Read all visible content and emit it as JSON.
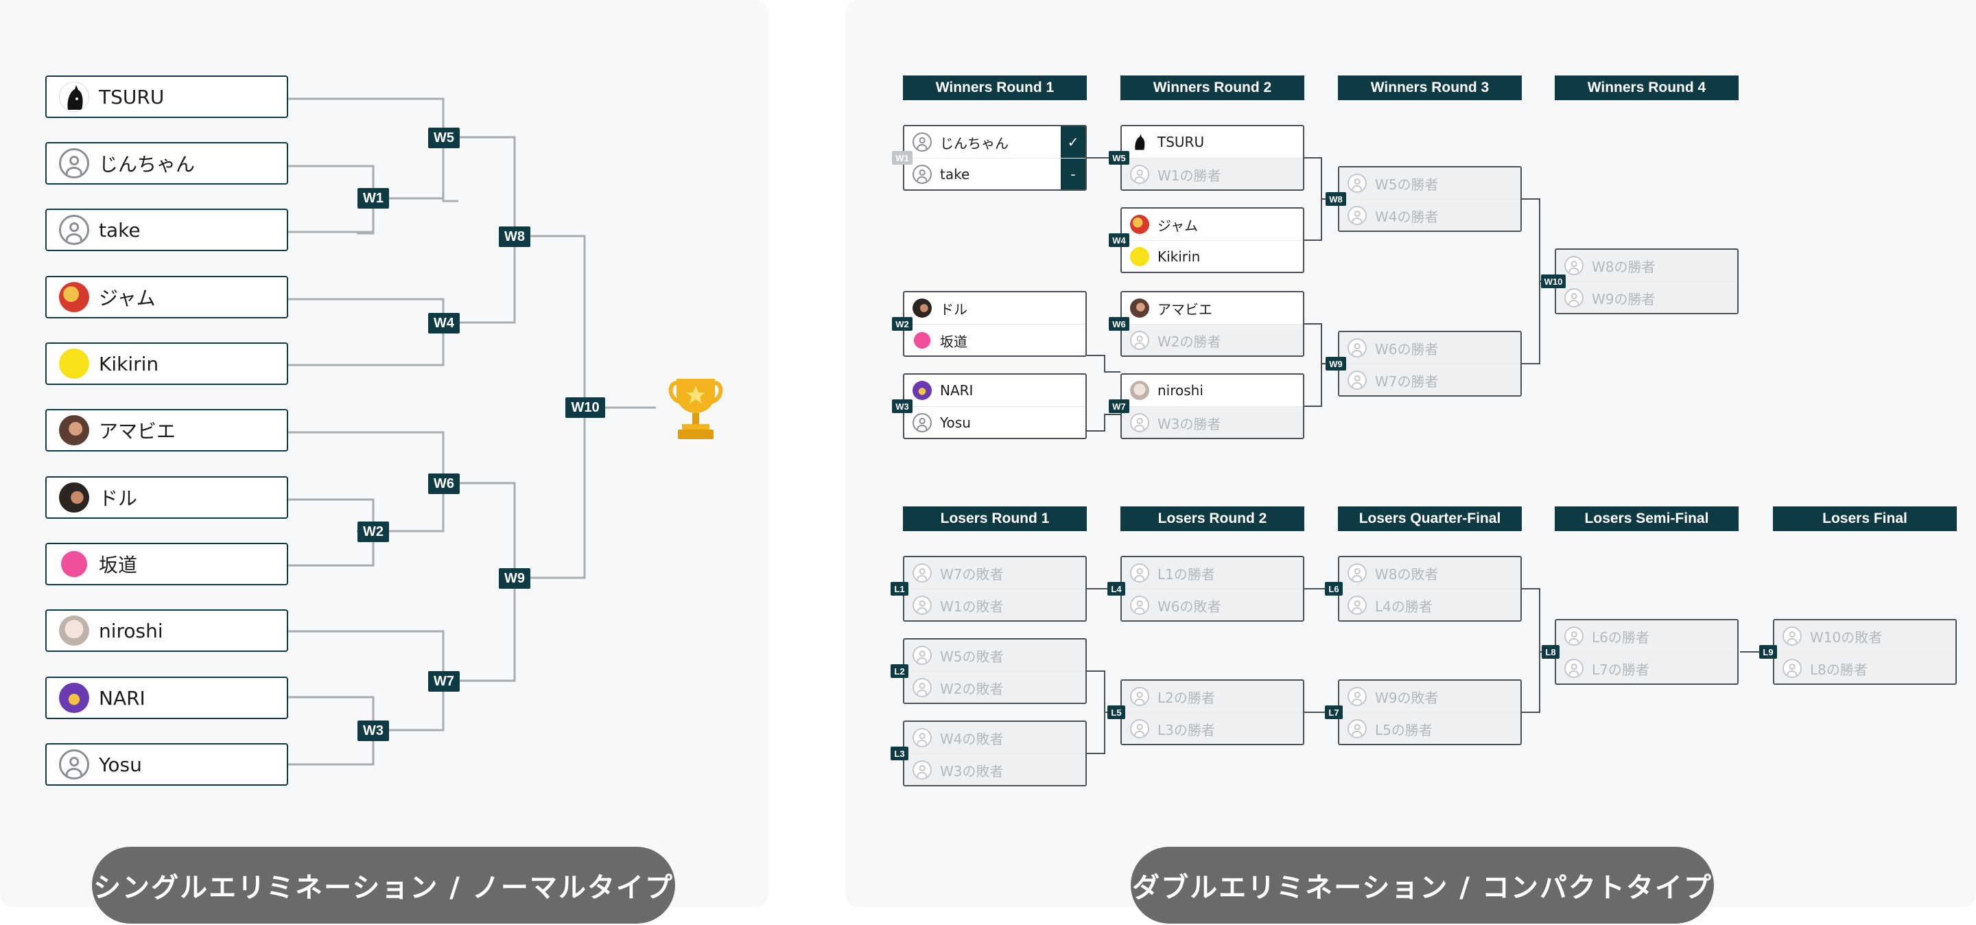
{
  "single": {
    "caption": "シングルエリミネーション / ノーマルタイプ",
    "players": [
      {
        "name": "TSURU",
        "avatar": "black-cat"
      },
      {
        "name": "じんちゃん",
        "avatar": "default-user"
      },
      {
        "name": "take",
        "avatar": "default-user"
      },
      {
        "name": "ジャム",
        "avatar": "red-character"
      },
      {
        "name": "Kikirin",
        "avatar": "yellow-character"
      },
      {
        "name": "アマビエ",
        "avatar": "photo"
      },
      {
        "name": "ドル",
        "avatar": "photo"
      },
      {
        "name": "坂道",
        "avatar": "pink-character"
      },
      {
        "name": "niroshi",
        "avatar": "photo-light"
      },
      {
        "name": "NARI",
        "avatar": "purple-character"
      },
      {
        "name": "Yosu",
        "avatar": "default-user"
      }
    ],
    "matches": {
      "w1": "W1",
      "w2": "W2",
      "w3": "W3",
      "w4": "W4",
      "w5": "W5",
      "w6": "W6",
      "w7": "W7",
      "w8": "W8",
      "w9": "W9",
      "w10": "W10"
    },
    "champion_icon": "trophy-icon"
  },
  "double": {
    "caption": "ダブルエリミネーション / コンパクトタイプ",
    "winners_rounds": [
      "Winners Round 1",
      "Winners Round 2",
      "Winners Round 3",
      "Winners Round 4"
    ],
    "losers_rounds": [
      "Losers Round 1",
      "Losers Round 2",
      "Losers Quarter-Final",
      "Losers Semi-Final",
      "Losers Final"
    ],
    "matches": {
      "W1": {
        "tag": "W1",
        "top": "じんちゃん",
        "bottom": "take",
        "top_score": "✓",
        "bottom_score": "-"
      },
      "W2": {
        "tag": "W2",
        "top": "ドル",
        "bottom": "坂道"
      },
      "W3": {
        "tag": "W3",
        "top": "NARI",
        "bottom": "Yosu"
      },
      "W5": {
        "tag": "W5",
        "top": "TSURU",
        "bottom": "W1の勝者"
      },
      "W4": {
        "tag": "W4",
        "top": "ジャム",
        "bottom": "Kikirin"
      },
      "W6": {
        "tag": "W6",
        "top": "アマビエ",
        "bottom": "W2の勝者"
      },
      "W7": {
        "tag": "W7",
        "top": "niroshi",
        "bottom": "W3の勝者"
      },
      "W8": {
        "tag": "W8",
        "top": "W5の勝者",
        "bottom": "W4の勝者"
      },
      "W9": {
        "tag": "W9",
        "top": "W6の勝者",
        "bottom": "W7の勝者"
      },
      "W10": {
        "tag": "W10",
        "top": "W8の勝者",
        "bottom": "W9の勝者"
      },
      "L1": {
        "tag": "L1",
        "top": "W7の敗者",
        "bottom": "W1の敗者"
      },
      "L2": {
        "tag": "L2",
        "top": "W5の敗者",
        "bottom": "W2の敗者"
      },
      "L3": {
        "tag": "L3",
        "top": "W4の敗者",
        "bottom": "W3の敗者"
      },
      "L4": {
        "tag": "L4",
        "top": "L1の勝者",
        "bottom": "W6の敗者"
      },
      "L5": {
        "tag": "L5",
        "top": "L2の勝者",
        "bottom": "L3の勝者"
      },
      "L6": {
        "tag": "L6",
        "top": "W8の敗者",
        "bottom": "L4の勝者"
      },
      "L7": {
        "tag": "L7",
        "top": "W9の敗者",
        "bottom": "L5の勝者"
      },
      "L8": {
        "tag": "L8",
        "top": "L6の勝者",
        "bottom": "L7の勝者"
      },
      "L9": {
        "tag": "L9",
        "top": "W10の敗者",
        "bottom": "L8の勝者"
      }
    }
  },
  "colors": {
    "accent": "#0e3b43",
    "line": "#a9adb2",
    "caption_bg": "#6a6a6a",
    "panel_bg": "#f7f8fa",
    "trophy": "#f2b31c"
  }
}
